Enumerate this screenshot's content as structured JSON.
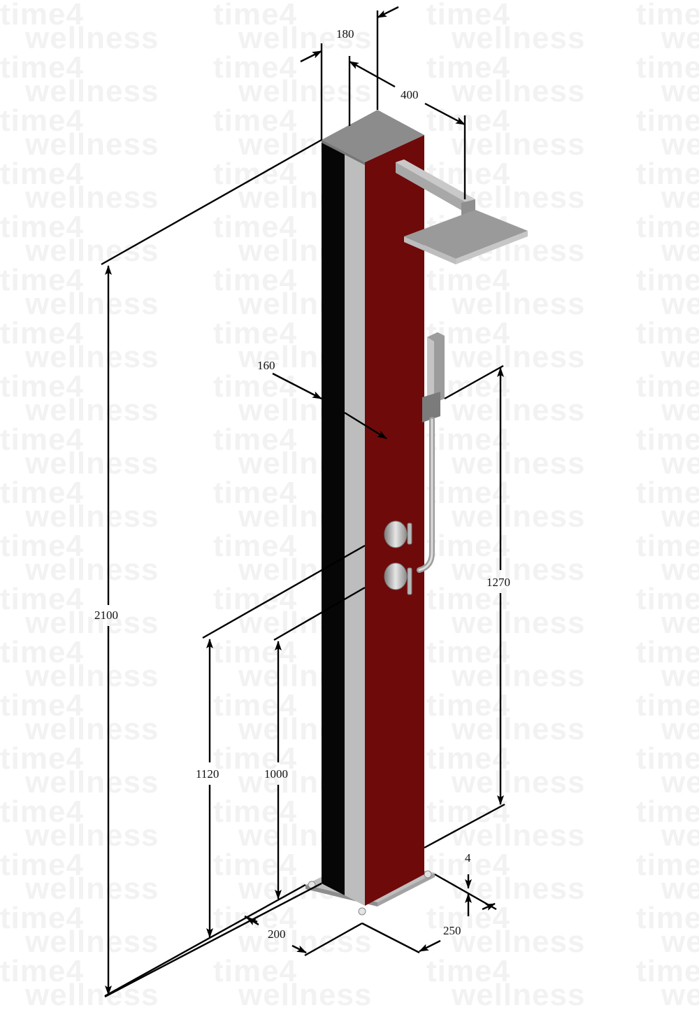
{
  "watermark": {
    "line1": "time4",
    "line2": "wellness"
  },
  "colors": {
    "pillar_front_red": "#6e0a0a",
    "pillar_left_black": "#060606",
    "pillar_strip_grey": "#bdbdbd",
    "top_cap_grey": "#8c8c8c",
    "chrome": "#a9a9a9",
    "dimension_line": "#000000",
    "watermark": "#f2f2f2"
  },
  "product": {
    "name": "outdoor shower column",
    "components": [
      "column",
      "overhead shower arm",
      "square rain head",
      "hand shower",
      "hose",
      "thermostatic mixer",
      "diverter",
      "base plate"
    ]
  },
  "dimensions": {
    "top_depth": "180",
    "arm_reach": "400",
    "column_width": "160",
    "total_height": "2100",
    "hand_shower_height": "1270",
    "mixer_height_upper": "1120",
    "mixer_height_lower": "1000",
    "base_plate_thickness": "4",
    "base_plate_width": "200",
    "base_plate_depth": "250"
  }
}
